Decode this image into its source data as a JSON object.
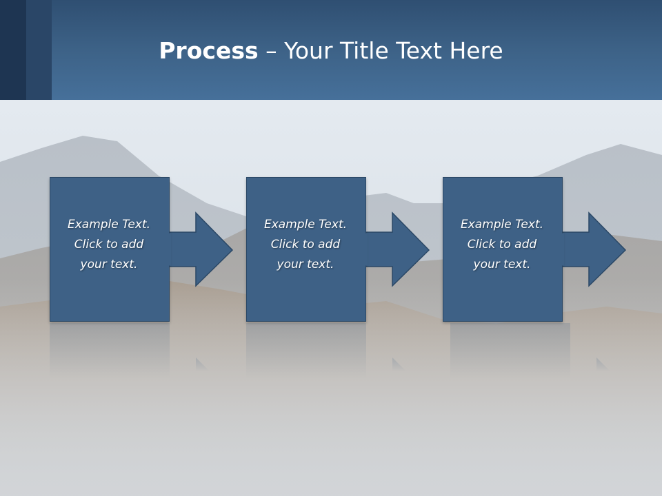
{
  "slide": {
    "title_bold": "Process",
    "title_rest": " – Your Title Text Here"
  },
  "steps": [
    {
      "line1": "Example Text.",
      "line2": "Click  to add",
      "line3": "your text."
    },
    {
      "line1": "Example Text.",
      "line2": "Click  to add",
      "line3": "your text."
    },
    {
      "line1": "Example Text.",
      "line2": "Click  to add",
      "line3": "your text."
    }
  ],
  "colors": {
    "header": "#3d6287",
    "box_fill": "#3e6186",
    "box_border": "#2b4866",
    "text": "#ffffff"
  }
}
